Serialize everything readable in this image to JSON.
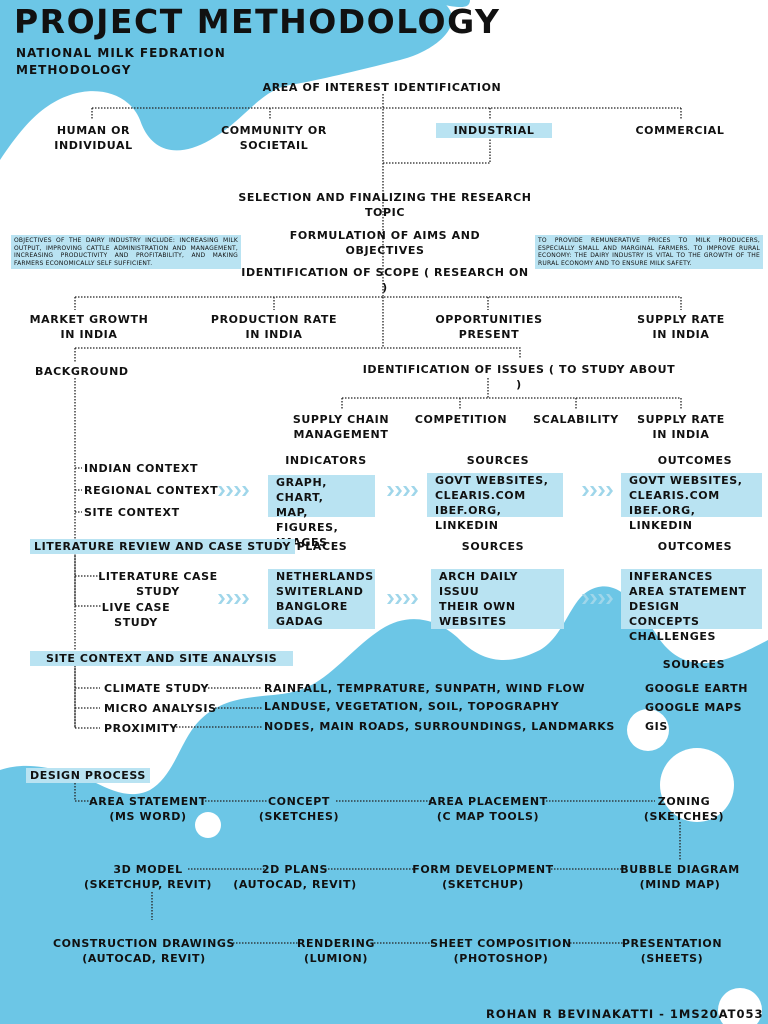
{
  "title": "PROJECT METHODOLOGY",
  "subtitle": "NATIONAL MILK FEDRATION\nMETHODOLOGY",
  "colors": {
    "blob": "#6cc6e6",
    "highlight": "#b9e3f2",
    "text": "#111111"
  },
  "area_of_interest": {
    "heading": "AREA OF INTEREST IDENTIFICATION",
    "options": [
      "HUMAN OR\nINDIVIDUAL",
      "COMMUNITY OR\nSOCIETAIL",
      "INDUSTRIAL",
      "COMMERCIAL"
    ]
  },
  "selection": "SELECTION AND FINALIZING THE RESEARCH TOPIC",
  "aims": "FORMULATION OF AIMS AND OBJECTIVES",
  "scope": "IDENTIFICATION OF SCOPE ( RESEARCH ON )",
  "objectives_left": "OBJECTIVES OF THE DAIRY INDUSTRY INCLUDE: INCREASING MILK OUTPUT, IMPROVING CATTLE ADMINISTRATION AND MANAGEMENT, INCREASING PRODUCTIVITY AND PROFITABILITY, AND MAKING FARMERS ECONOMICALLY SELF SUFFICIENT.",
  "objectives_right": "TO PROVIDE REMUNERATIVE PRICES TO MILK PRODUCERS, ESPECIALLY SMALL AND MARGINAL FARMERS. TO IMPROVE RURAL ECONOMY: THE DAIRY INDUSTRY IS VITAL TO THE GROWTH OF THE RURAL ECONOMY AND TO ENSURE MILK SAFETY.",
  "scope_items": [
    "MARKET GROWTH\nIN INDIA",
    "PRODUCTION RATE\nIN INDIA",
    "OPPORTUNITIES\nPRESENT",
    "SUPPLY RATE\nIN INDIA"
  ],
  "background": {
    "label": "BACKGROUND",
    "items": [
      "INDIAN CONTEXT",
      "REGIONAL CONTEXT",
      "SITE CONTEXT"
    ]
  },
  "issues": {
    "heading": "IDENTIFICATION OF ISSUES ( TO STUDY ABOUT )",
    "items": [
      "SUPPLY CHAIN\nMANAGEMENT",
      "COMPETITION",
      "SCALABILITY",
      "SUPPLY RATE\nIN INDIA"
    ]
  },
  "indicators_row": {
    "col1_head": "INDICATORS",
    "col1": "GRAPH, CHART,\nMAP, FIGURES,\nIMAGES",
    "col2_head": "SOURCES",
    "col2": "GOVT WEBSITES,\nCLEARIS.COM\nIBEF.ORG, LINKEDIN",
    "col3_head": "OUTCOMES",
    "col3": "GOVT WEBSITES,\nCLEARIS.COM\nIBEF.ORG, LINKEDIN"
  },
  "literature": {
    "label": "LITERATURE REVIEW AND CASE STUDY",
    "items": [
      "LITERATURE CASE\nSTUDY",
      "LIVE CASE\nSTUDY"
    ],
    "places_head": "PLACES",
    "places": "NETHERLANDS\nSWITERLAND\nBANGLORE\nGADAG",
    "sources_head": "SOURCES",
    "sources": "ARCH DAILY\nISSUU\nTHEIR OWN\nWEBSITES",
    "outcomes_head": "OUTCOMES",
    "outcomes": "INFERANCES\nAREA STATEMENT\nDESIGN CONCEPTS\nCHALLENGES"
  },
  "site_analysis": {
    "label": "SITE CONTEXT AND SITE ANALYSIS",
    "items": [
      "CLIMATE STUDY",
      "MICRO ANALYSIS",
      "PROXIMITY"
    ],
    "details": [
      "RAINFALL, TEMPRATURE, SUNPATH, WIND FLOW",
      "LANDUSE, VEGETATION, SOIL, TOPOGRAPHY",
      "NODES, MAIN ROADS, SURROUNDINGS, LANDMARKS"
    ],
    "sources_head": "SOURCES",
    "sources": [
      "GOOGLE EARTH",
      "GOOGLE MAPS",
      "GIS"
    ]
  },
  "design_process": {
    "label": "DESIGN PROCESS",
    "row1": [
      "AREA STATEMENT\n(MS WORD)",
      "CONCEPT\n(SKETCHES)",
      "AREA PLACEMENT\n(C MAP TOOLS)",
      "ZONING\n(SKETCHES)"
    ],
    "row2": [
      "3D MODEL\n(SKETCHUP, REVIT)",
      "2D PLANS\n(AUTOCAD, REVIT)",
      "FORM DEVELOPMENT\n(SKETCHUP)",
      "BUBBLE DIAGRAM\n(MIND MAP)"
    ],
    "row3": [
      "CONSTRUCTION DRAWINGS\n(AUTOCAD, REVIT)",
      "RENDERING\n(LUMION)",
      "SHEET COMPOSITION\n(PHOTOSHOP)",
      "PRESENTATION\n(SHEETS)"
    ]
  },
  "author": "ROHAN R BEVINAKATTI - 1MS20AT053"
}
